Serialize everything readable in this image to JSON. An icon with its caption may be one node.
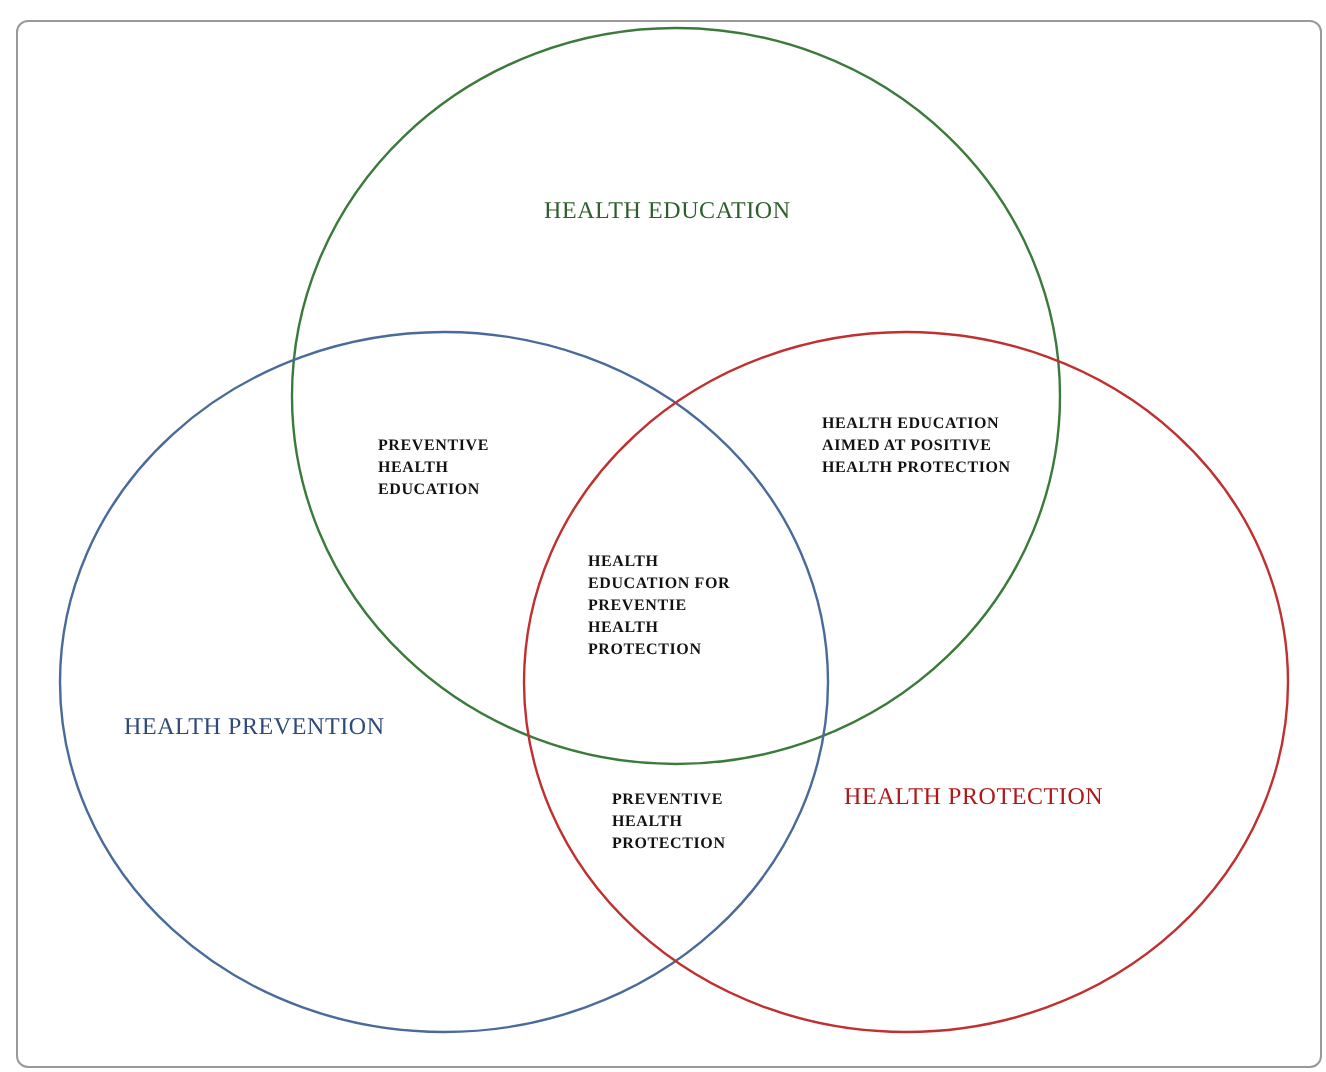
{
  "diagram": {
    "nodes": [
      {
        "text": [
          "HEALTH EDUCATION"
        ]
      },
      {
        "text": [
          "HEALTH PREVENTION"
        ]
      },
      {
        "text": [
          "HEALTH PROTECTION"
        ]
      }
    ],
    "labels": [
      "PREVENTIVE HEALTH EDUCATION",
      "HEALTH EDUCATION AIMED AT POSITIVE HEALTH PROTECTION",
      "HEALTH EDUCATION FOR PREVENTIE HEALTH PROTECTION",
      "PREVENTIVE HEALTH PROTECTION"
    ]
  }
}
